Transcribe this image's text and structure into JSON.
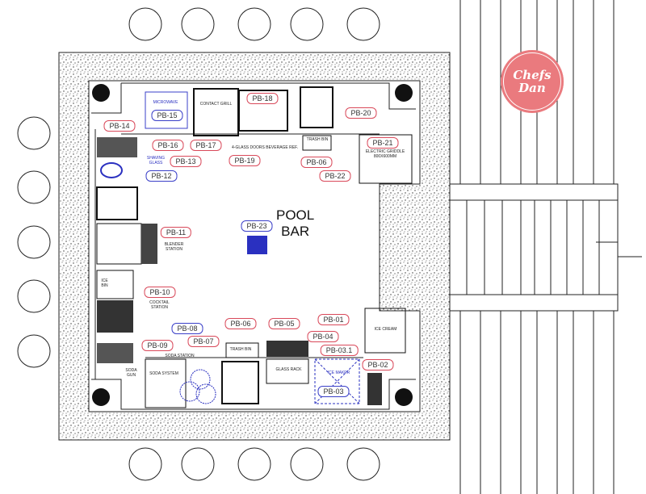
{
  "plan": {
    "title_line1": "POOL",
    "title_line2": "BAR",
    "logo_line1": "Chefs",
    "logo_line2": "Dan",
    "colors": {
      "red_tag": "#d9495a",
      "blue_tag": "#3a3fc8",
      "logo": "#ea7a7e"
    },
    "tags": [
      {
        "label": "PB-14",
        "color": "red"
      },
      {
        "label": "PB-15",
        "color": "blue"
      },
      {
        "label": "PB-16",
        "color": "red"
      },
      {
        "label": "PB-17",
        "color": "red"
      },
      {
        "label": "PB-18",
        "color": "red"
      },
      {
        "label": "PB-19",
        "color": "red"
      },
      {
        "label": "PB-06",
        "color": "red"
      },
      {
        "label": "PB-20",
        "color": "red"
      },
      {
        "label": "PB-21",
        "color": "red"
      },
      {
        "label": "PB-22",
        "color": "red"
      },
      {
        "label": "PB-13",
        "color": "red"
      },
      {
        "label": "PB-12",
        "color": "blue"
      },
      {
        "label": "PB-11",
        "color": "red"
      },
      {
        "label": "PB-10",
        "color": "red"
      },
      {
        "label": "PB-23",
        "color": "blue"
      },
      {
        "label": "PB-08",
        "color": "blue"
      },
      {
        "label": "PB-09",
        "color": "red"
      },
      {
        "label": "PB-07",
        "color": "red"
      },
      {
        "label": "PB-06",
        "color": "red"
      },
      {
        "label": "PB-05",
        "color": "red"
      },
      {
        "label": "PB-04",
        "color": "red"
      },
      {
        "label": "PB-01",
        "color": "red"
      },
      {
        "label": "PB-03.1",
        "color": "red"
      },
      {
        "label": "PB-02",
        "color": "red"
      },
      {
        "label": "PB-03",
        "color": "blue"
      }
    ],
    "notes": [
      {
        "text": "Microwave",
        "color": "blue"
      },
      {
        "text": "Contact Grill",
        "color": "black"
      },
      {
        "text": "4-Glass Doors Beverage Ref.",
        "color": "black"
      },
      {
        "text": "Trash Bin",
        "color": "black"
      },
      {
        "text": "Electric Griddle 800x600mm",
        "color": "black"
      },
      {
        "text": "Shaving Glass",
        "color": "blue"
      },
      {
        "text": "Blender Station",
        "color": "black"
      },
      {
        "text": "Cocktail Station",
        "color": "black"
      },
      {
        "text": "Ice Bin",
        "color": "black"
      },
      {
        "text": "Soda Gun",
        "color": "black"
      },
      {
        "text": "Soda Station",
        "color": "black"
      },
      {
        "text": "Soda System",
        "color": "black"
      },
      {
        "text": "Trash Bin",
        "color": "black"
      },
      {
        "text": "Glass Rack",
        "color": "black"
      },
      {
        "text": "Ice Maker",
        "color": "blue"
      },
      {
        "text": "Ice Cream",
        "color": "black"
      }
    ]
  }
}
